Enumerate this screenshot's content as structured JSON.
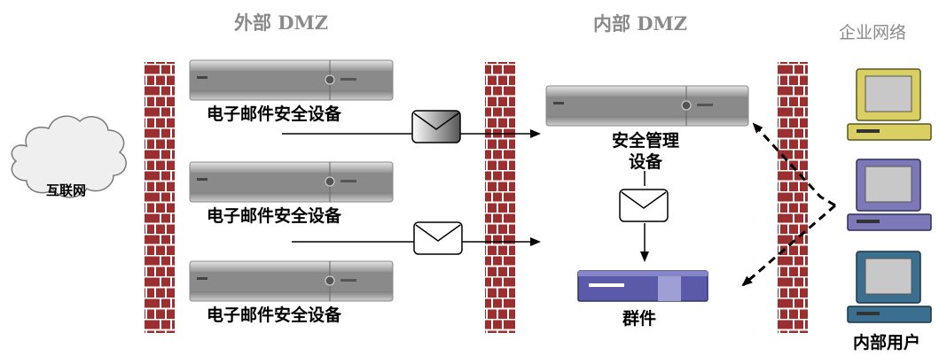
{
  "zones": {
    "external_dmz": "外部 DMZ",
    "internal_dmz": "内部 DMZ",
    "enterprise_network": "企业网络"
  },
  "internet": {
    "label": "互联网"
  },
  "appliances": [
    {
      "label": "电子邮件安全设备"
    },
    {
      "label": "电子邮件安全设备"
    },
    {
      "label": "电子邮件安全设备"
    }
  ],
  "management": {
    "label_line1": "安全管理",
    "label_line2": "设备"
  },
  "cluster": {
    "label": "群件"
  },
  "users": {
    "label": "内部用户",
    "monitor_colors": [
      "#d9cf63",
      "#7d79b8",
      "#3b6f8f"
    ]
  },
  "colors": {
    "firewall_brick": "#9b2f2f",
    "mortar": "#ffffff",
    "device_body": "#8c8c8c",
    "groupware": "#5a5aa8"
  }
}
